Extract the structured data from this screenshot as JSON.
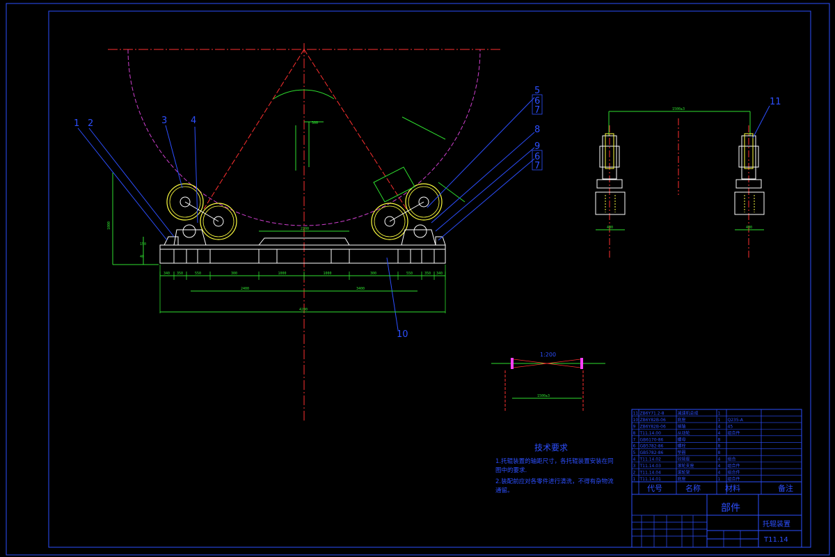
{
  "colors": {
    "frame": "#2d4fff",
    "outline": "#ffffff",
    "dimension": "#2fe02f",
    "centerline": "#ff3030",
    "vessel_arc": "#d040d0",
    "rollers": "#ffff40",
    "detail_magenta": "#ff40ff"
  },
  "part_numbers": {
    "left": [
      "1",
      "2",
      "3",
      "4"
    ],
    "right": [
      "5",
      "6",
      "7",
      "8",
      "9",
      "6",
      "7"
    ],
    "bottom": "10",
    "side_view": "11"
  },
  "main_view_dims": {
    "top": "300",
    "segments": [
      "340",
      "350",
      "550",
      "300",
      "1000",
      "1000",
      "300",
      "550",
      "350",
      "340"
    ],
    "inner_span": "2400",
    "mid_span": "3400",
    "overall": "4200",
    "roller_span": "2200",
    "height": "1000",
    "heights_small": [
      "150",
      "40"
    ]
  },
  "side_view_dims": {
    "top": "1500±3",
    "left_width": "400",
    "right_width": "400"
  },
  "detail_dims": {
    "slope": "1:200",
    "span": "1500±3"
  },
  "tech_requirements": {
    "title": "技术要求",
    "items": [
      "1.托辊装置的轴距尺寸，各托辊装置安装在同",
      "  图中的要求.",
      "2.装配前应对各零件进行清洗，不得有杂物流",
      "  通留。"
    ]
  },
  "title_block": {
    "parts_rows": [
      {
        "no": "11",
        "code": "ZB6Y71.2-8",
        "name": "减速机总成",
        "qty": "1",
        "material": "",
        "note": ""
      },
      {
        "no": "10",
        "code": "ZB6Y82B-06",
        "name": "底座",
        "qty": "1",
        "material": "Q235-A",
        "note": ""
      },
      {
        "no": "9",
        "code": "ZB6Y82B-06",
        "name": "销轴",
        "qty": "4",
        "material": "45",
        "note": ""
      },
      {
        "no": "8",
        "code": "T11.14.00",
        "name": "从动轮",
        "qty": "4",
        "material": "组合件",
        "note": ""
      },
      {
        "no": "7",
        "code": "GB6170-86",
        "name": "螺母",
        "qty": "8",
        "material": "",
        "note": ""
      },
      {
        "no": "6",
        "code": "GB5782-86",
        "name": "螺栓",
        "qty": "8",
        "material": "",
        "note": ""
      },
      {
        "no": "5",
        "code": "GB5782-86",
        "name": "垫圈",
        "qty": "8",
        "material": "",
        "note": ""
      },
      {
        "no": "4",
        "code": "T11.14.02",
        "name": "铰接座",
        "qty": "4",
        "material": "组合",
        "note": ""
      },
      {
        "no": "3",
        "code": "T11.14.03",
        "name": "滚轮支座",
        "qty": "4",
        "material": "组合件",
        "note": ""
      },
      {
        "no": "2",
        "code": "T11.14.04",
        "name": "滚轮架",
        "qty": "4",
        "material": "组合件",
        "note": ""
      },
      {
        "no": "1",
        "code": "T11.14.01",
        "name": "底座",
        "qty": "1",
        "material": "组合件",
        "note": ""
      }
    ],
    "header": {
      "code": "代号",
      "name": "名称",
      "material": "材料",
      "note": "备注"
    },
    "part_label": "部件",
    "drawing_name": "托辊装置",
    "drawing_no": "T11.14"
  }
}
